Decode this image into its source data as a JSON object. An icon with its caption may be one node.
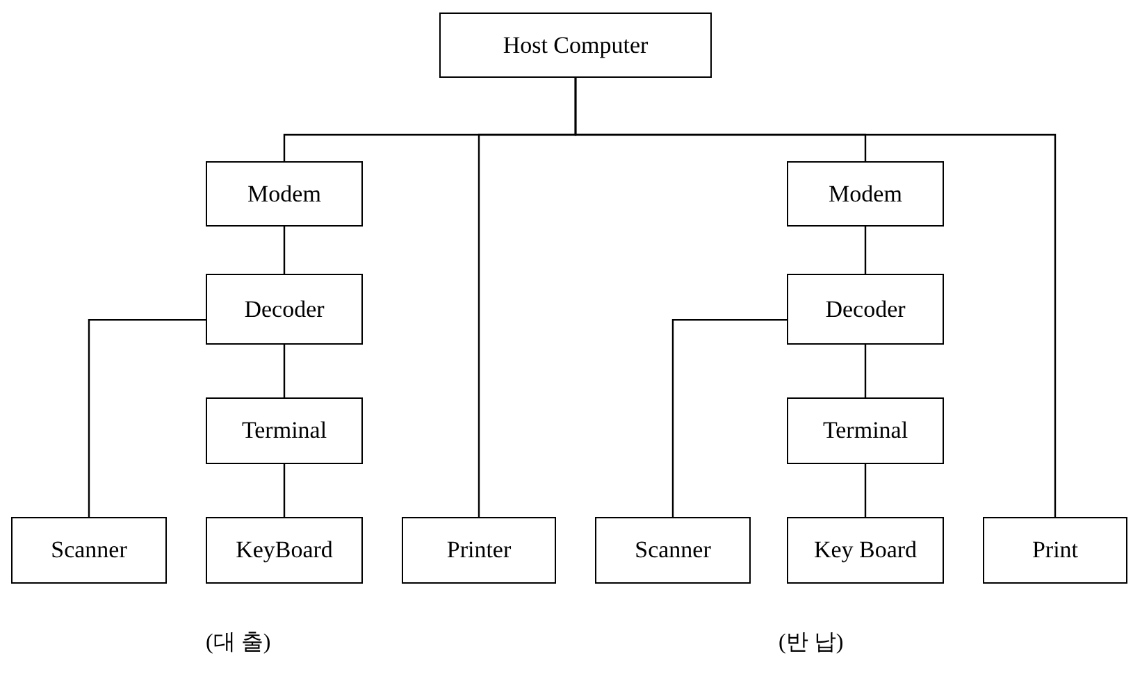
{
  "diagram": {
    "nodes": [
      {
        "text": [
          "Host Computer"
        ]
      },
      {
        "text": [
          "Modem"
        ]
      },
      {
        "text": [
          "Modem"
        ]
      },
      {
        "text": [
          "Decoder"
        ]
      },
      {
        "text": [
          "Decoder"
        ]
      },
      {
        "text": [
          "Terminal"
        ]
      },
      {
        "text": [
          "Terminal"
        ]
      },
      {
        "text": [
          "Scanner"
        ]
      },
      {
        "text": [
          "KeyBoard"
        ]
      },
      {
        "text": [
          "Printer"
        ]
      },
      {
        "text": [
          "Scanner"
        ]
      },
      {
        "text": [
          "Key Board"
        ]
      },
      {
        "text": [
          "Print"
        ]
      }
    ],
    "edges": [
      {
        "from": 0,
        "to": 1,
        "arrow": "none"
      },
      {
        "from": 0,
        "to": 9,
        "arrow": "none"
      },
      {
        "from": 0,
        "to": 2,
        "arrow": "none"
      },
      {
        "from": 0,
        "to": 12,
        "arrow": "none"
      },
      {
        "from": 1,
        "to": 3,
        "arrow": "none"
      },
      {
        "from": 3,
        "to": 5,
        "arrow": "none"
      },
      {
        "from": 5,
        "to": 8,
        "arrow": "none"
      },
      {
        "from": 3,
        "to": 7,
        "arrow": "none"
      },
      {
        "from": 2,
        "to": 4,
        "arrow": "none"
      },
      {
        "from": 4,
        "to": 6,
        "arrow": "none"
      },
      {
        "from": 6,
        "to": 11,
        "arrow": "none"
      },
      {
        "from": 4,
        "to": 10,
        "arrow": "none"
      }
    ],
    "labels": [
      "(대 출)",
      "(반 납)"
    ]
  }
}
